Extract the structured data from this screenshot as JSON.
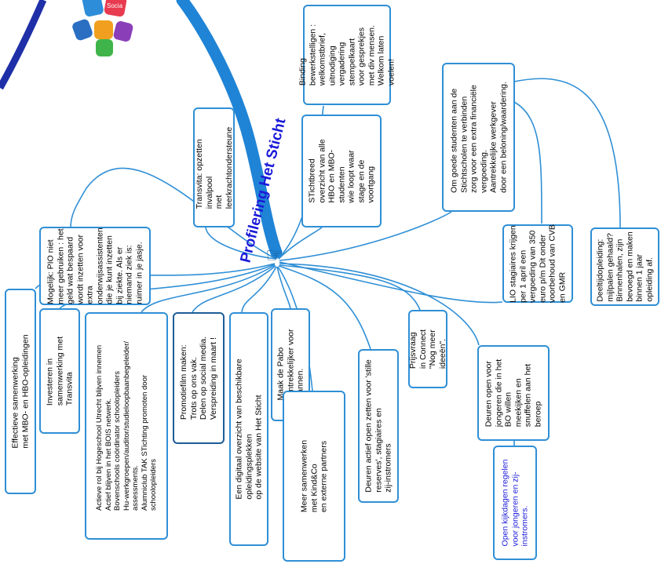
{
  "central": {
    "title": "Profilering Het Sticht"
  },
  "logo": {
    "text": "Socia"
  },
  "colors": {
    "line": "#2f8fd6",
    "node_border": "#2f8fd6",
    "title": "#1b1bd8",
    "blue_text": "#1a1adb"
  },
  "nodes": {
    "binding": "Binding\nbewerkstelligen :\nwelkomstbrief,\nuitnodiging\nvergadering\nstempelkaart\nvoor gesprekjes\nmet div mensen.\nWelkom laten\nvoelen!",
    "stichtbreed": "STichtbreed\noverzicht van alle\nHBO en MBO-\nstudenten\nwie loopt waar\nstage en de\nvoortgang",
    "transvita": "Transvita: opzetten\ninvalpool\nmet\nleerkrachtondersteune",
    "goede_studenten": "Om goede studenten aan de\nStichtscholen te verbinden\nzorg voor een extra financiële\nvergoeding.\nAantrekkelijke werkgever\ndoor een beloning/waardering.",
    "pio": "Mogelijk: PIO niet\nmeer gebruiken : het\ngeld wat bespaard\nwordt inzetten voor\nextra\nonderwijsassistenten\ndie je kunt inzetten\nbij ziekte. Als er\nniemand ziek is:\nruimer in je jasje.",
    "lio": "LIO stagiaires krijgen\nper 1 april een\nvergoeding van 350\neuro p/m Dit onder\nvoorbehoud van CVB\nen GMR",
    "deeltijd": "Deeltijdopleiding:\nmijlpalen gehaald?\nBinnenhalen, zijn\nbevoegd en maken\nbinnen 1 jaar\nopleiding af.",
    "effectieve": "Effectieve samenwerking\nmet MBO- en HBO-opleidingen",
    "investeren": "Investeren in\nsamenwerking met\nTransvita",
    "actieve_rol": "Actieve rol bij Hogeschool Utrecht blijven innemen\nActief blijven in het BOIS netwerk.\nBovenschools coördinator schoolopleiders\nHu-werkgroepen/auditor/studieloopbaanbegeleider/\nassessments.\nAlumniclub TAK STichting promoten door\nschoolopleiders",
    "promotiefilm": "Promotiefilm maken:\nTrots op ons vak.\nDelen op social media.\nVerspreiding in maart !",
    "digitaal": "Een digitaal overzicht van beschikbare\nopleidingsplekken\nop de website van Het Sticht",
    "pabo": "Maak de Pabo\naantrekkelijker voor\nmannen.",
    "samenwerken": "Meer samenwerken\nmet Kind&Co\nen externe partners",
    "deuren_actief": "Deuren actief open zetten voor 'stille\nreserves', stagiaires en\nzij-instromers",
    "prijsvraag": "Prijsvraag\nin Connect\n\"Nog meer\nideeën\".",
    "deuren_open": "Deuren open voor\njongeren die in het\nBO willen\nmeekijken en\nsnuffelen aan het\nberoep",
    "kijkdagen": "Open kijkdagen regelen\nvoor jongeren en zij-\ninstromers."
  }
}
